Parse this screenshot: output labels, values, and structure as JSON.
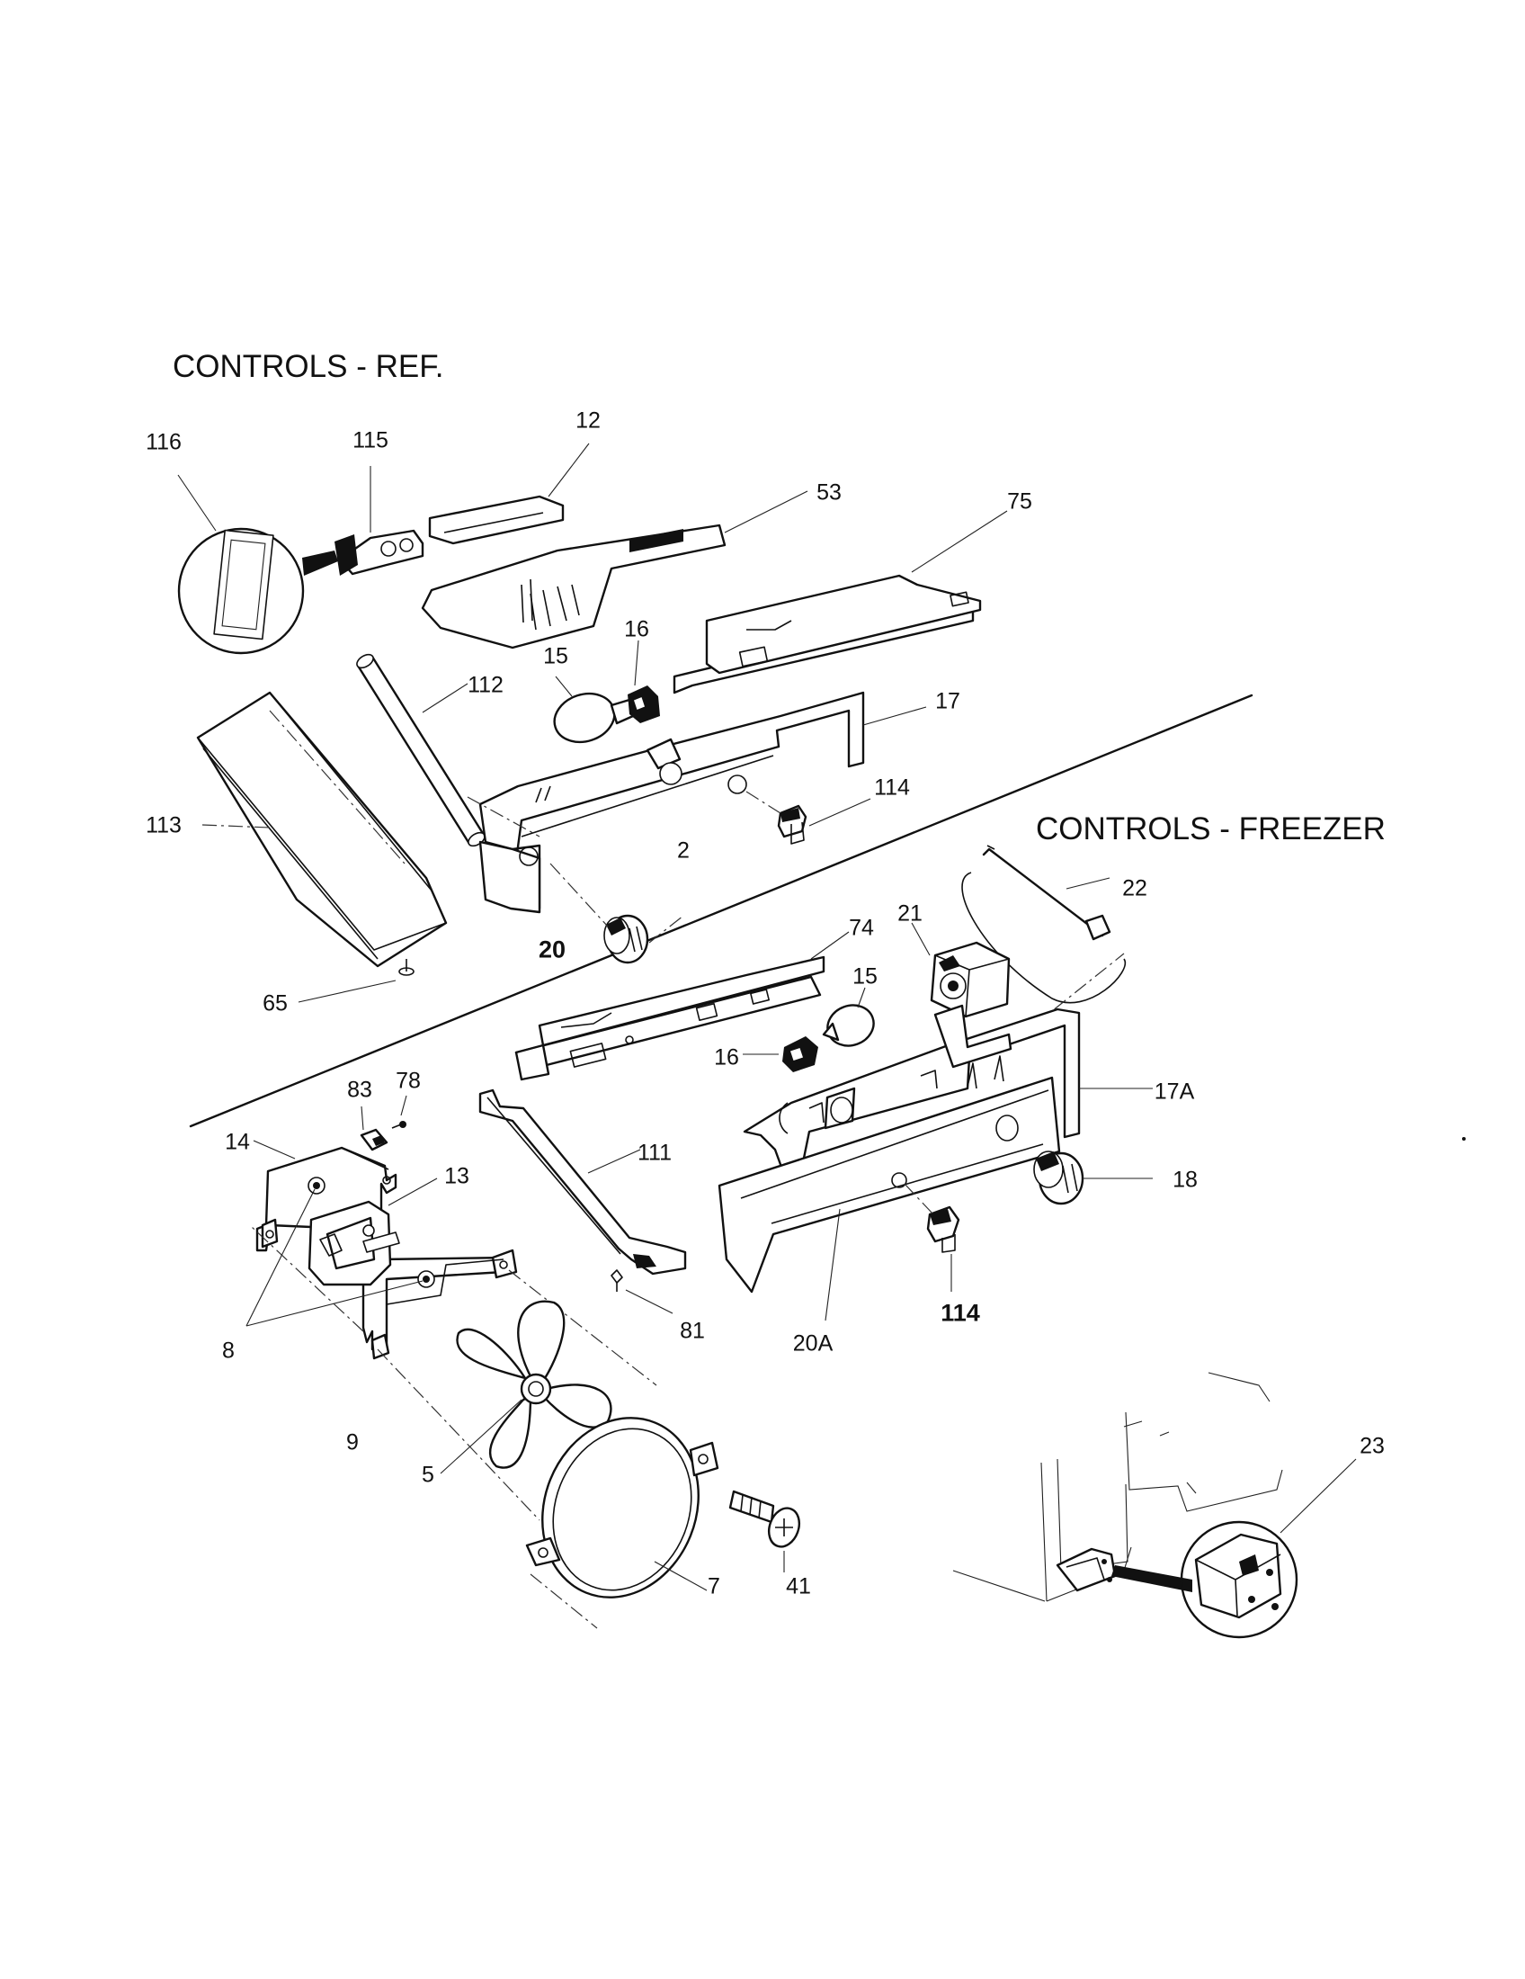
{
  "sections": {
    "ref_title": "CONTROLS - REF.",
    "freezer_title": "CONTROLS - FREEZER"
  },
  "callouts": {
    "c116": "116",
    "c115": "115",
    "c12": "12",
    "c53": "53",
    "c75": "75",
    "c16a": "16",
    "c15a": "15",
    "c112": "112",
    "c17": "17",
    "c113": "113",
    "c114a": "114",
    "c2": "2",
    "c20": "20",
    "c65": "65",
    "c21": "21",
    "c22": "22",
    "c74": "74",
    "c15b": "15",
    "c16b": "16",
    "c17A": "17A",
    "c83": "83",
    "c78": "78",
    "c14": "14",
    "c13": "13",
    "c111": "111",
    "c18": "18",
    "c8": "8",
    "c81": "81",
    "c20A": "20A",
    "c114b": "114",
    "c9": "9",
    "c5": "5",
    "c23": "23",
    "c41": "41",
    "c7": "7"
  }
}
